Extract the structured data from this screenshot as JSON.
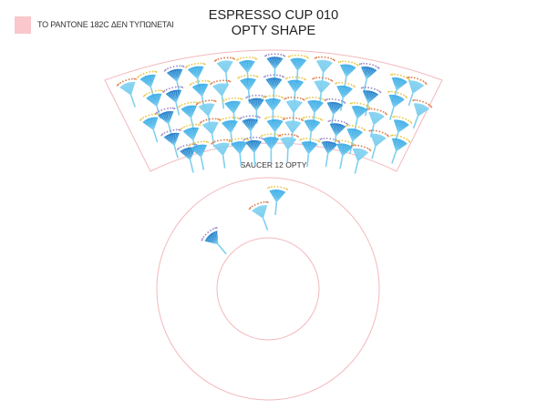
{
  "legend": {
    "swatch_color": "#f9c7cc",
    "text": "ΤΟ PANTONE 182C ΔΕΝ ΤΥΠΩΝΕΤΑΙ"
  },
  "title": {
    "line1": "ESPRESSO CUP 010",
    "line2": "OPTY SHAPE"
  },
  "saucer": {
    "label": "SAUCER 12 OPTY"
  },
  "colors": {
    "dieline": "#f3b8bd",
    "blue_light": "#7fd0f0",
    "blue_mid": "#34a9e6",
    "blue_dark": "#1b78c8",
    "dot_orange": "#e07a4a",
    "dot_yellow": "#e8c84a",
    "dot_purple": "#9a8ac8"
  }
}
